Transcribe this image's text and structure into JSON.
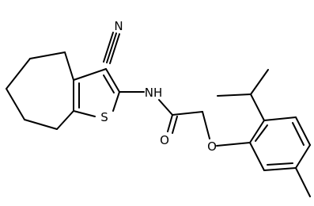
{
  "structure": {
    "atoms": {
      "nitrile_n": "N",
      "amide_n": "NH",
      "thiophene_s": "S",
      "carbonyl_o": "O",
      "ether_o": "O"
    }
  }
}
